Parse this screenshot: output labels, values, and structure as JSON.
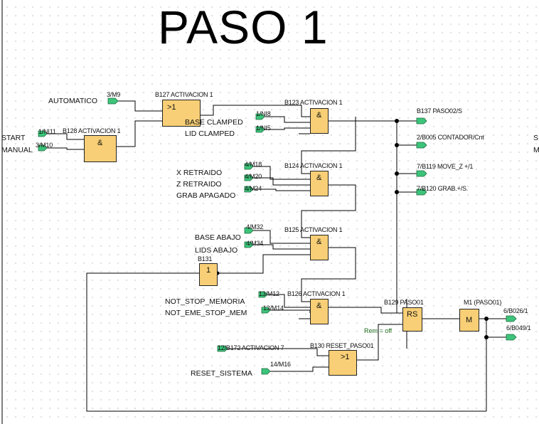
{
  "title": "PASO 1",
  "inputs": {
    "automatico": "AUTOMATICO",
    "start": "START",
    "manual": "MANUAL",
    "base_clamped": "BASE CLAMPED",
    "lid_clamped": "LID CLAMPED",
    "x_retraido": "X RETRAIDO",
    "z_retraido": "Z RETRAIDO",
    "grab_apagado": "GRAB APAGADO",
    "base_abajo": "BASE ABAJO",
    "lids_abajo": "LIDS ABAJO",
    "not_stop_memoria": "NOT_STOP_MEMORIA",
    "not_eme_stop_mem": "NOT_EME_STOP_MEM",
    "reset_sistema": "RESET_SISTEMA",
    "rem_note": "Rem = off"
  },
  "connectors": {
    "m9": "3/M9",
    "ni11": "1/NI11",
    "m10": "3/M10",
    "ni8": "1/NI8",
    "ni5": "1/NI5",
    "m18": "4/M18",
    "m20": "4/M20",
    "m24": "4/M24",
    "m32": "4/M32",
    "m34": "4/M34",
    "m12": "13/M12",
    "m14": "13/M14",
    "b172": "12/B172 ACTIVACION 7",
    "m16": "14/M16",
    "paso02": "B137 PASO02/S",
    "contador": "2/B005 CONTADOR/Cnt",
    "move_z": "7/B119 MOVE_Z +/1",
    "grab": "7/B120 GRAB.+/S.",
    "b026": "6/B026/1",
    "b049": "6/B049/1"
  },
  "blocks": {
    "b127": {
      "name": "B127 ACTIVACION 1",
      "symbol": ">1"
    },
    "b128": {
      "name": "B128 ACTIVACION 1",
      "symbol": "&"
    },
    "b123": {
      "name": "B123 ACTIVACION 1",
      "symbol": "&"
    },
    "b124": {
      "name": "B124 ACTIVACION 1",
      "symbol": "&"
    },
    "b125": {
      "name": "B125 ACTIVACION 1",
      "symbol": "&"
    },
    "b126": {
      "name": "B126 ACTIVACION 1",
      "symbol": "&"
    },
    "b131": {
      "name": "B131",
      "symbol": "1"
    },
    "b129": {
      "name": "B129 PASO01",
      "symbol": "RS"
    },
    "m1": {
      "name": "M1 (PASO01)",
      "symbol": "M"
    },
    "b130": {
      "name": "B130 RESET_PASO01",
      "symbol": ">1"
    }
  },
  "edge_text": {
    "s": "S",
    "m": "M"
  },
  "colors": {
    "block_fill": "#f8cf76",
    "connector_green": "#3cc47a",
    "wire": "#000000"
  }
}
